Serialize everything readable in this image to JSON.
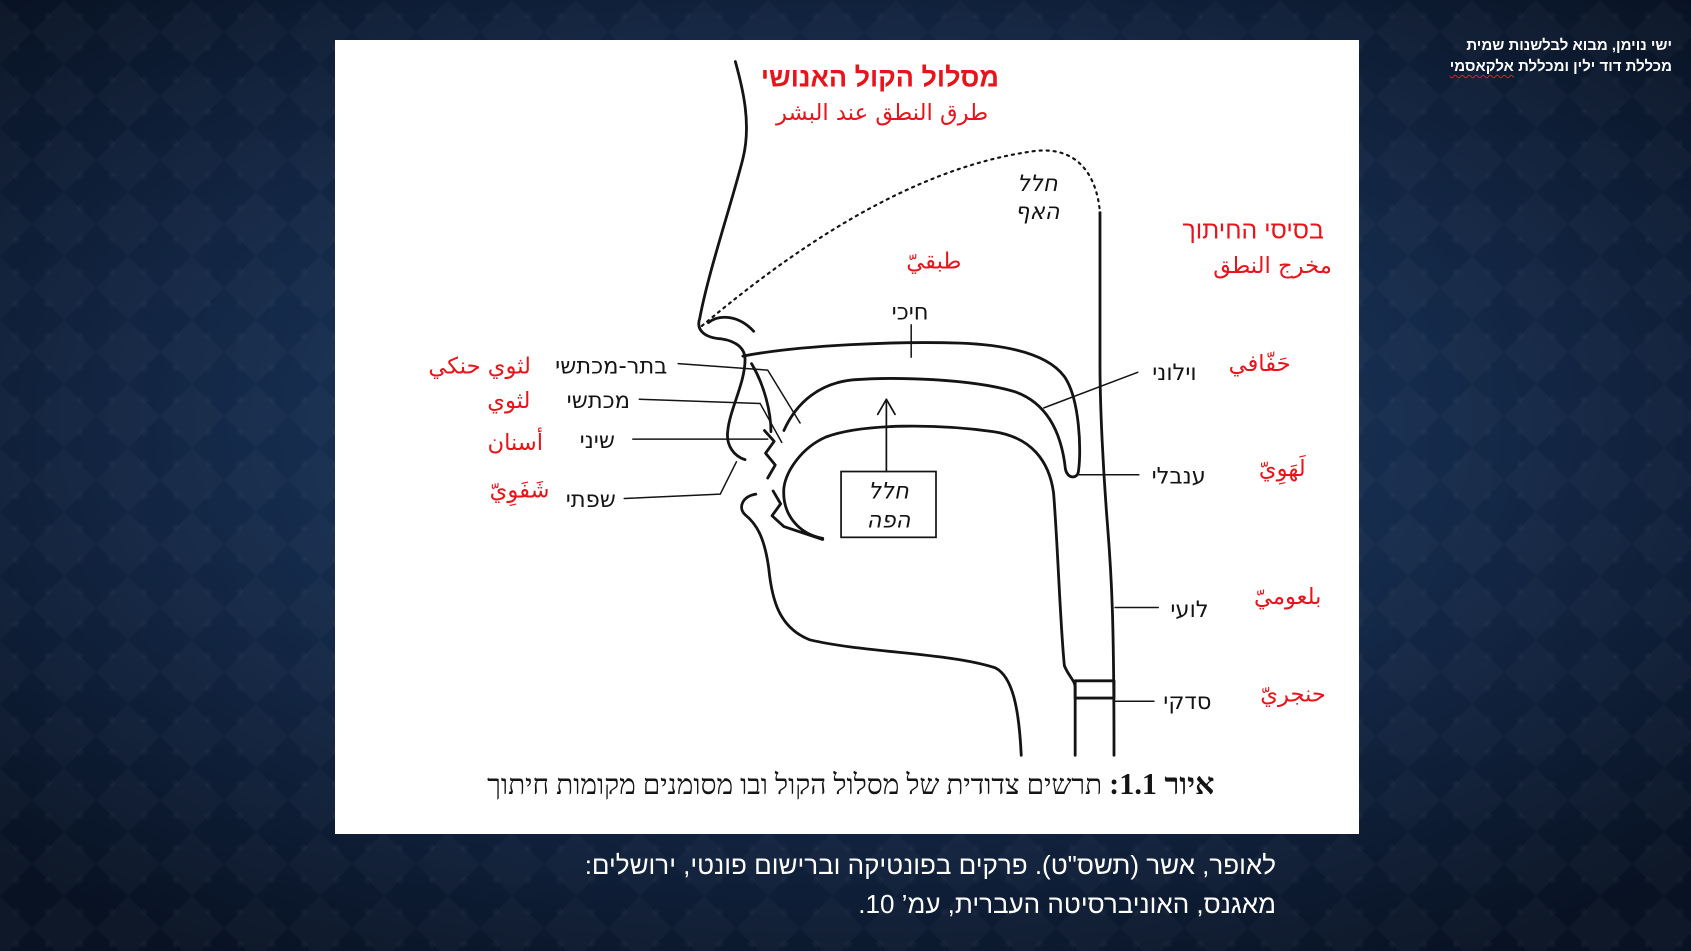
{
  "slide": {
    "attribution": {
      "line1": "ישי נוימן, מבוא לבלשנות שמית",
      "line2_main": "מכללת דוד ילין ומכללת",
      "line2_flagged": "אלקאסמי"
    },
    "figure": {
      "title_hebrew": "מסלול הקול האנושי",
      "title_arabic": "طرق النطق عند البشر",
      "places_heading_hebrew": "בסיסי החיתוך",
      "places_heading_arabic": "مخرج النطق",
      "cavity_labels": {
        "nasal": [
          "חלל",
          "האף"
        ],
        "oral": [
          "חלל",
          "הפה"
        ]
      },
      "hebrew_labels": {
        "palatal": "חיכי",
        "postalveolar": "בתר-מכתשי",
        "alveolar": "מכתשי",
        "dental": "שיני",
        "labial": "שפתי",
        "velar": "וילוני",
        "uvular": "ענבלי",
        "pharyngeal": "לועי",
        "glottal": "סדקי"
      },
      "arabic_labels": {
        "velar_top": "طبقيّ",
        "postalveolar": "لثوي حنكي",
        "alveolar": "لثوي",
        "dental": "أسنان",
        "labial": "شَفَوِيّ",
        "velar_side": "حَفّافي",
        "uvular": "لَهَوِيّ",
        "pharyngeal": "بلعوميّ",
        "glottal": "حنجريّ"
      },
      "caption": {
        "label": "איור 1.1:",
        "text": "תרשים צדודית של מסלול הקול ובו מסומנים מקומות חיתוך"
      }
    },
    "citation": {
      "line1": "לאופר, אשר (תשס\"ט). פרקים בפונטיקה וברישום פונטי, ירושלים:",
      "line2": "מאגנס, האוניברסיטה העברית, עמ’ 10."
    },
    "colors": {
      "background": "#14294a",
      "panel": "#ffffff",
      "accent_red": "#e8141b",
      "ink": "#141414",
      "slide_text": "#ffffff"
    }
  }
}
